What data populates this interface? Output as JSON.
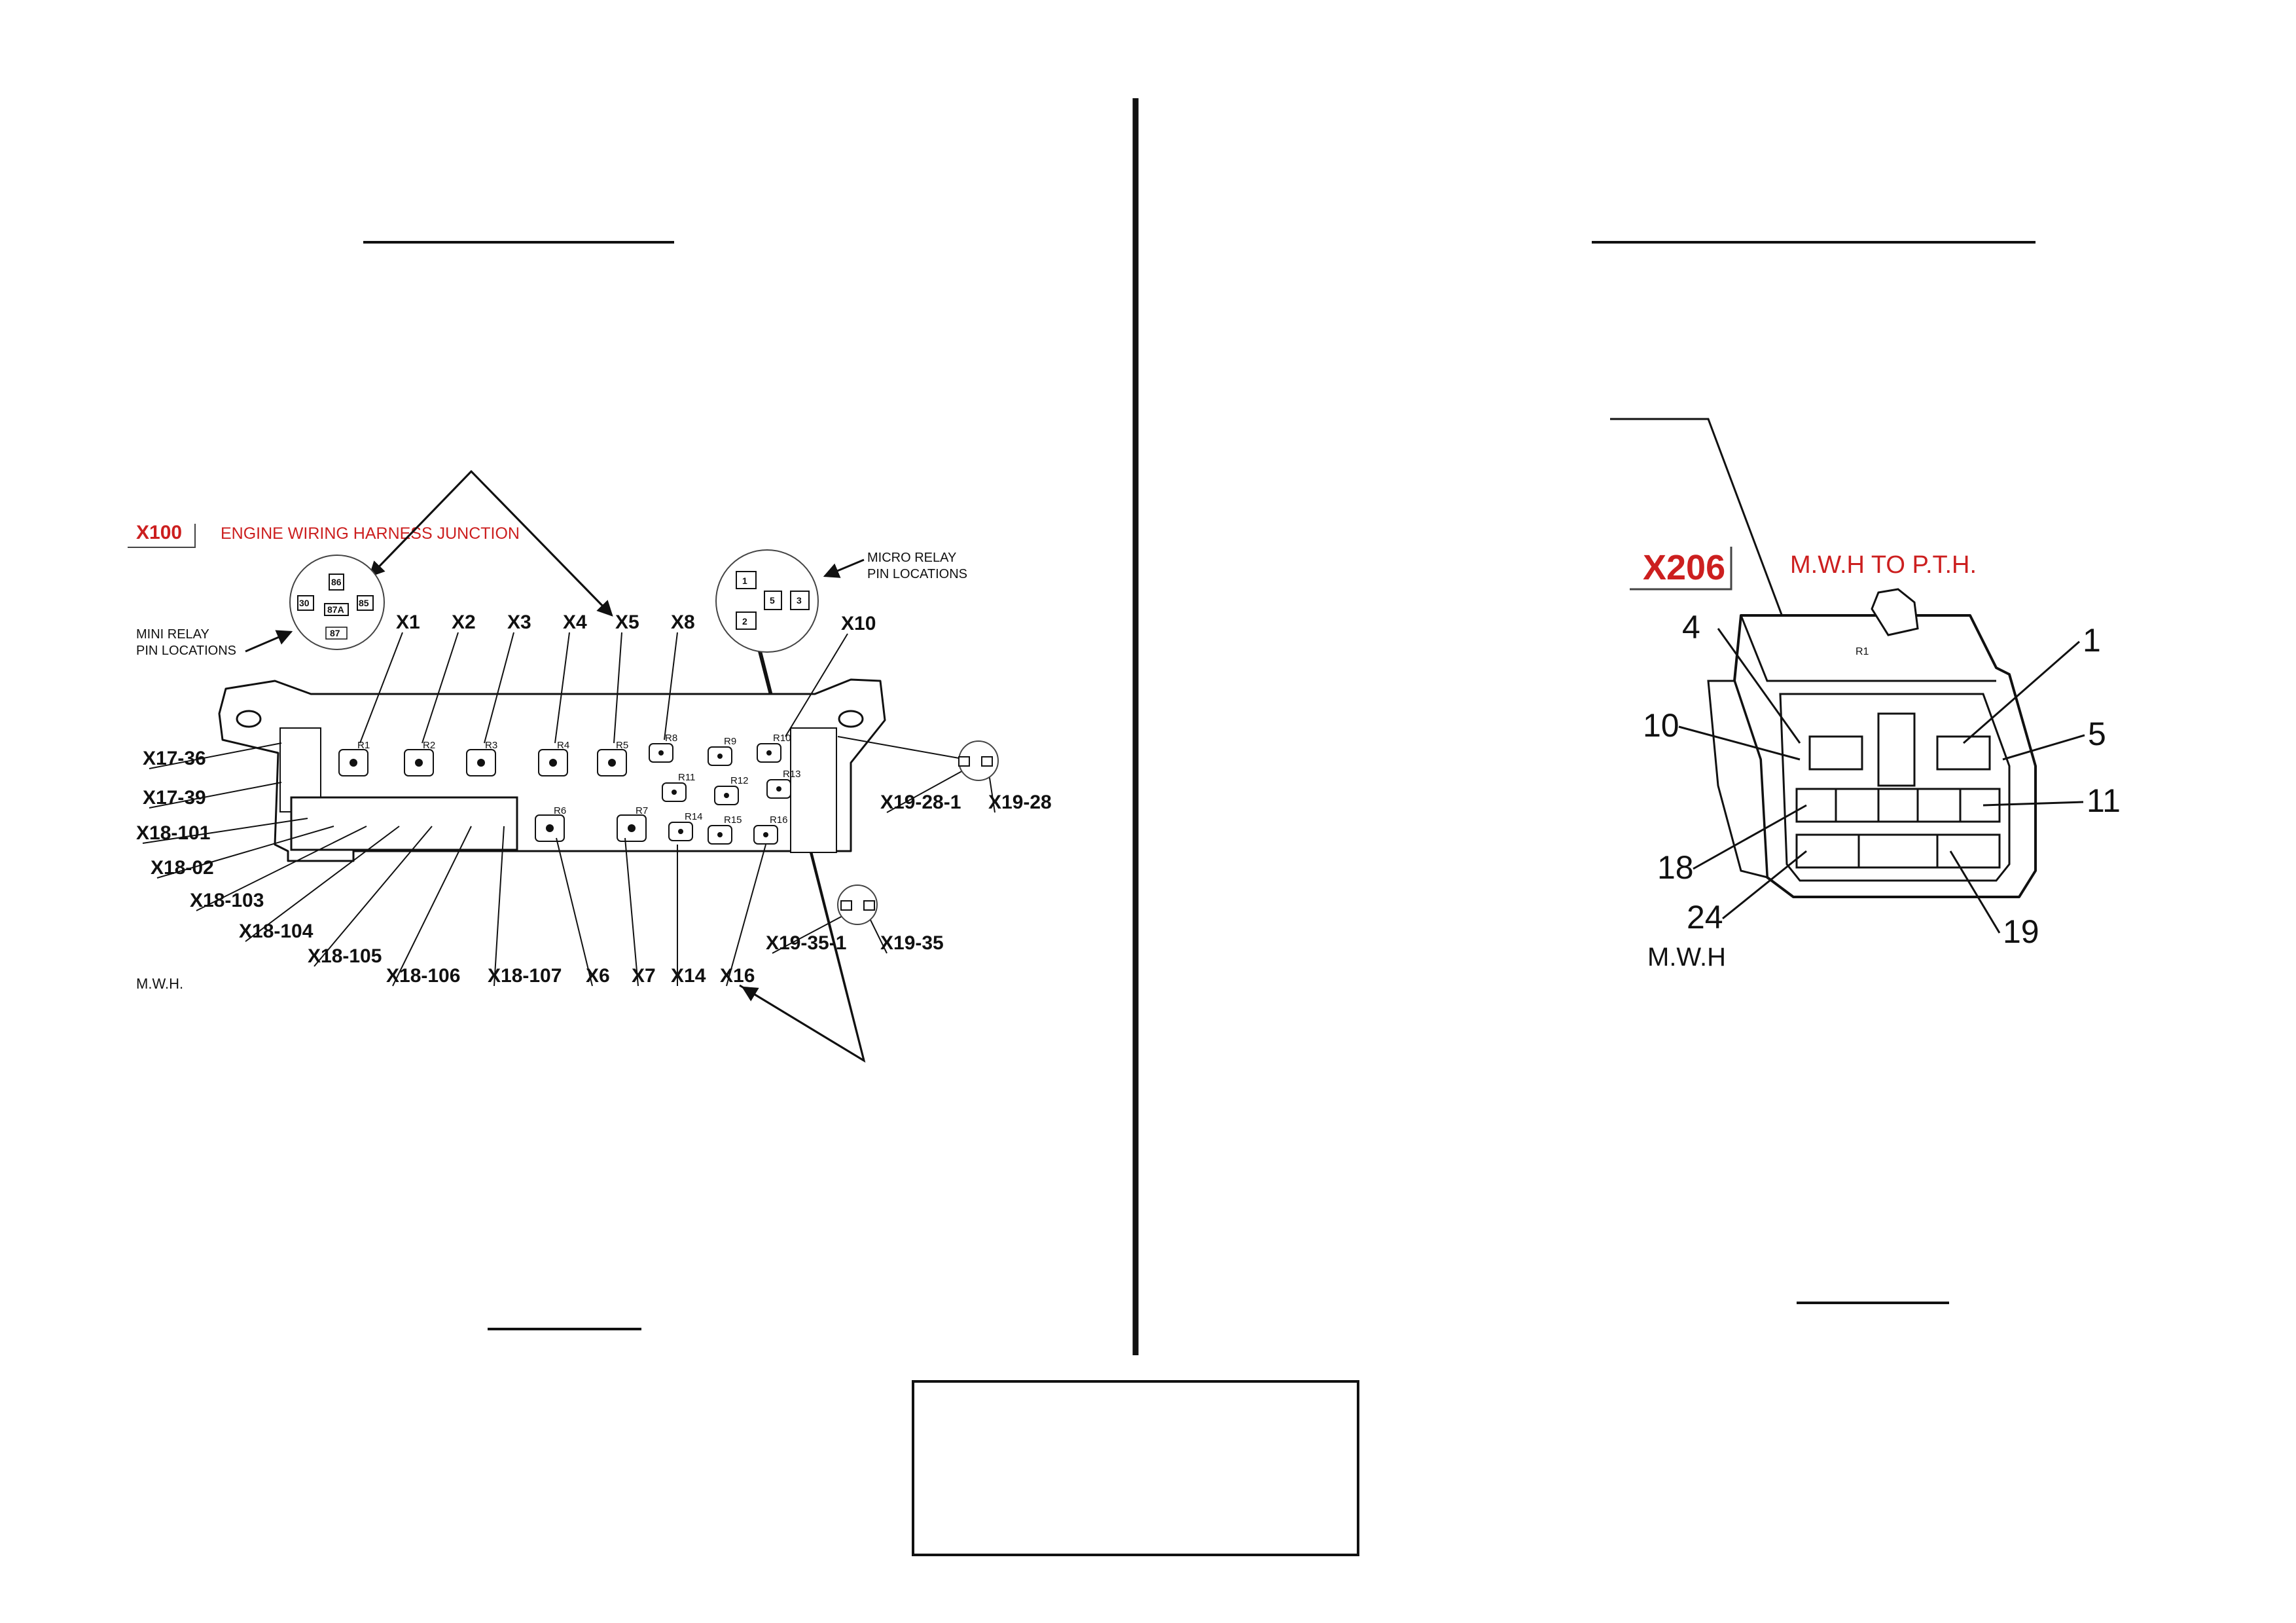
{
  "left_diagram": {
    "connector_code": "X100",
    "title": "ENGINE WIRING HARNESS JUNCTION",
    "mini_relay_label_line1": "MINI RELAY",
    "mini_relay_label_line2": "PIN LOCATIONS",
    "micro_relay_label_line1": "MICRO RELAY",
    "micro_relay_label_line2": "PIN LOCATIONS",
    "mini_relay_pins": [
      "86",
      "30",
      "85",
      "87A",
      "87"
    ],
    "micro_relay_pins": [
      "1",
      "2",
      "5",
      "3"
    ],
    "relay_labels": [
      "R1",
      "R2",
      "R3",
      "R4",
      "R5",
      "R6",
      "R7",
      "R8",
      "R9",
      "R10",
      "R11",
      "R12",
      "R13",
      "R14",
      "R15",
      "R16"
    ],
    "top_connectors": [
      "X1",
      "X2",
      "X3",
      "X4",
      "X5",
      "X8",
      "X10"
    ],
    "left_connectors": [
      "X17-36",
      "X17-39",
      "X18-101",
      "X18-02",
      "X18-103",
      "X18-104",
      "X18-105",
      "X18-106",
      "X18-107"
    ],
    "bottom_connectors": [
      "X6",
      "X7",
      "X14",
      "X16"
    ],
    "right_connectors": [
      "X19-28-1",
      "X19-28",
      "X19-35-1",
      "X19-35"
    ],
    "footer": "M.W.H."
  },
  "right_diagram": {
    "connector_code": "X206",
    "title": "M.W.H TO P.T.H.",
    "pin_numbers": [
      "4",
      "1",
      "10",
      "5",
      "11",
      "18",
      "24",
      "19"
    ],
    "footer": "M.W.H"
  },
  "colors": {
    "accent_red": "#cc1f1f",
    "ink": "#111111"
  }
}
